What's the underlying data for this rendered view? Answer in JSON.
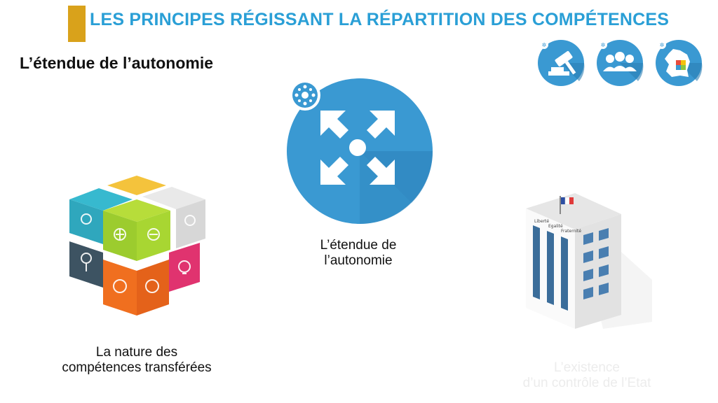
{
  "header": {
    "title": "LES PRINCIPES RÉGISSANT LA RÉPARTITION DES COMPÉTENCES",
    "accent_color": "#d9a21b",
    "title_color": "#2a9fd6"
  },
  "section": {
    "title": "L’étendue de l’autonomie"
  },
  "nav_icons": [
    {
      "icon": "gavel-icon"
    },
    {
      "icon": "group-icon"
    },
    {
      "icon": "france-map-icon"
    }
  ],
  "center": {
    "icon": "expand-arrows-icon",
    "caption_line1": "L’étendue de",
    "caption_line2": "l’autonomie",
    "color": "#3a99d2"
  },
  "left_item": {
    "icon": "competence-cube-icon",
    "caption_line1": "La nature des",
    "caption_line2": "compétences transférées"
  },
  "right_item": {
    "icon": "state-building-icon",
    "caption_line1": "L’existence",
    "caption_line2": "d’un contrôle de l’Etat",
    "building_words": [
      "Liberté",
      "Egalité",
      "Fraternité"
    ]
  }
}
